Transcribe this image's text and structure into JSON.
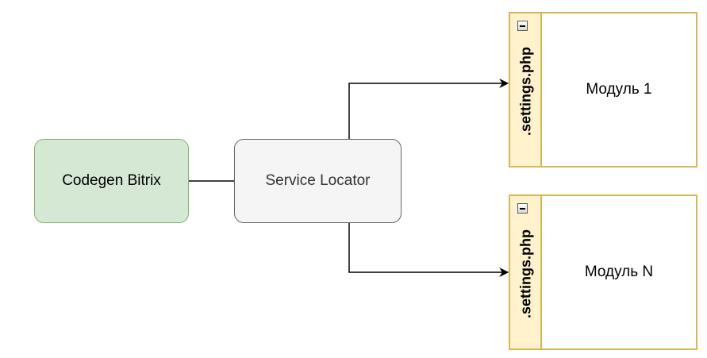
{
  "nodes": {
    "codegen": {
      "label": "Codegen Bitrix",
      "fill": "#d5e8d4",
      "stroke": "#82b366"
    },
    "locator": {
      "label": "Service Locator",
      "fill": "#f5f5f5",
      "stroke": "#666666"
    }
  },
  "modules": [
    {
      "header": ".settings.php",
      "label": "Модуль 1"
    },
    {
      "header": ".settings.php",
      "label": "Модуль N"
    }
  ],
  "colors": {
    "container_header_fill": "#fff2cc",
    "container_stroke": "#d6b656",
    "edge": "#000000"
  },
  "edges": [
    {
      "from": "Codegen Bitrix",
      "to": "Service Locator",
      "arrow": false
    },
    {
      "from": "Service Locator",
      "to": "Модуль 1",
      "arrow": true
    },
    {
      "from": "Service Locator",
      "to": "Модуль N",
      "arrow": true
    }
  ],
  "icons": {
    "collapse": "minus-box-icon"
  }
}
